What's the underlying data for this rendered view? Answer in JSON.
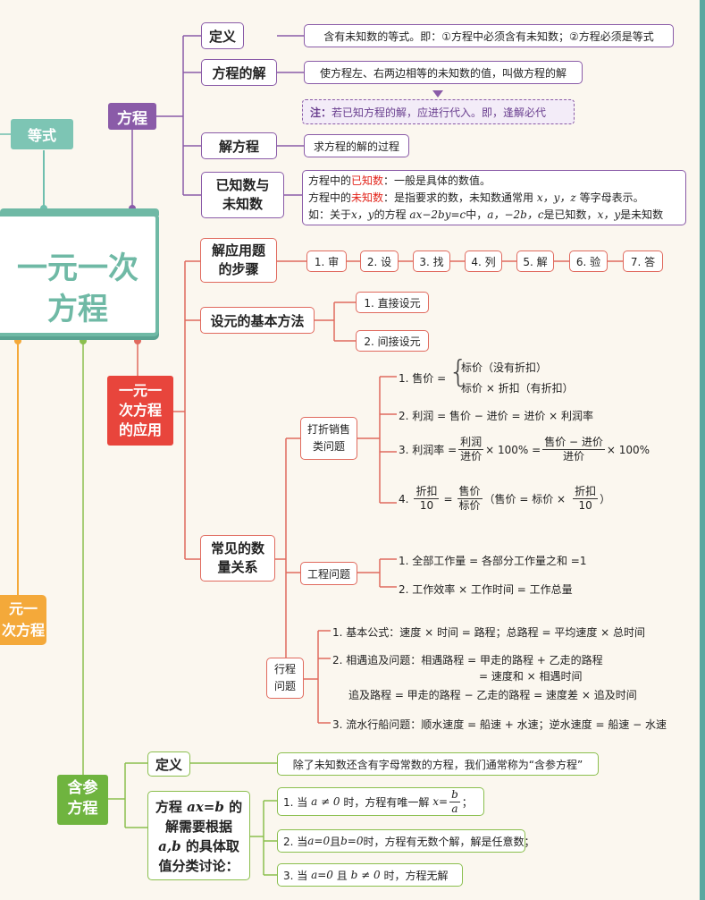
{
  "left": {
    "equation_label": "等式",
    "main_title_1": "一元一次",
    "main_title_2": "方程",
    "bottom_label_1": "元一",
    "bottom_label_2": "次方程"
  },
  "fc": {
    "label": "方程",
    "def_label": "定义",
    "def_text": "含有未知数的等式。即：①方程中必须含有未知数；②方程必须是等式",
    "sol_label": "方程的解",
    "sol_text": "使方程左、右两边相等的未知数的值，叫做方程的解",
    "note_prefix": "注：",
    "note_text": "若已知方程的解，应进行代入。即，逢解必代",
    "solve_label": "解方程",
    "solve_text": "求方程的解的过程",
    "known_label_1": "已知数与",
    "known_label_2": "未知数",
    "known_l1_a": "方程中的",
    "known_l1_hl": "已知数",
    "known_l1_b": "：一般是具体的数值。",
    "known_l2_a": "方程中的",
    "known_l2_hl": "未知数",
    "known_l2_b": "：是指要求的数，未知数通常用",
    "known_l2_c": "x，y，z",
    "known_l2_d": "等字母表示。",
    "known_l3_a": "如：关于",
    "known_l3_b": "x，y",
    "known_l3_c": "的方程",
    "known_l3_d": "ax−2by=c",
    "known_l3_e": "中，",
    "known_l3_f": "a，−2b，c",
    "known_l3_g": "是已知数，",
    "known_l3_h": "x，y",
    "known_l3_i": "是未知数"
  },
  "app": {
    "label_1": "一元一",
    "label_2": "次方程",
    "label_3": "的应用",
    "steps_label_1": "解应用题",
    "steps_label_2": "的步骤",
    "steps": [
      "1. 审",
      "2. 设",
      "3. 找",
      "4. 列",
      "5. 解",
      "6. 验",
      "7. 答"
    ],
    "var_label": "设元的基本方法",
    "var_direct": "1. 直接设元",
    "var_indirect": "2. 间接设元",
    "rel_label_1": "常见的数",
    "rel_label_2": "量关系",
    "discount_label_1": "打折销售",
    "discount_label_2": "类问题",
    "d1_prefix": "1. 售价 =",
    "d1_a": "标价（没有折扣）",
    "d1_b": "标价 × 折扣（有折扣）",
    "d2": "2. 利润 = 售价 − 进价 = 进价 × 利润率",
    "d3_prefix": "3. 利润率 =",
    "d3_num1": "利润",
    "d3_den1": "进价",
    "d3_mid": "× 100% =",
    "d3_num2": "售价 − 进价",
    "d3_den2": "进价",
    "d3_suffix": "× 100%",
    "d4_prefix": "4.",
    "d4_num1": "折扣",
    "d4_den1": "10",
    "d4_eq": "=",
    "d4_num2": "售价",
    "d4_den2": "标价",
    "d4_mid": "（售价 = 标价 ×",
    "d4_num3": "折扣",
    "d4_den3": "10",
    "d4_end": "）",
    "work_label": "工程问题",
    "w1": "1. 全部工作量 = 各部分工作量之和 =1",
    "w2": "2. 工作效率 × 工作时间 = 工作总量",
    "travel_label_1": "行程",
    "travel_label_2": "问题",
    "t1": "1. 基本公式：速度 × 时间 = 路程；总路程 = 平均速度 × 总时间",
    "t2a": "2. 相遇追及问题：相遇路程 = 甲走的路程 + 乙走的路程",
    "t2b": "= 速度和 × 相遇时间",
    "t2c": "追及路程 = 甲走的路程 − 乙走的路程 = 速度差 × 追及时间",
    "t3": "3. 流水行船问题：顺水速度 = 船速 + 水速；逆水速度 = 船速 − 水速"
  },
  "param": {
    "label_1": "含参",
    "label_2": "方程",
    "def_label": "定义",
    "def_text": "除了未知数还含有字母常数的方程，我们通常称为“含参方程”",
    "disc_1a": "方程",
    "disc_1b": "ax=b",
    "disc_1c": "的",
    "disc_2": "解需要根据",
    "disc_3a": "a,b",
    "disc_3b": "的具体取",
    "disc_4": "值分类讨论：",
    "c1_a": "1. 当",
    "c1_b": "a ≠ 0",
    "c1_c": "时，方程有唯一解",
    "c1_d": "x=",
    "c1_num": "b",
    "c1_den": "a",
    "c1_e": "；",
    "c2_a": "2. 当",
    "c2_b": "a=0",
    "c2_c": "且",
    "c2_d": "b=0",
    "c2_e": "时，方程有无数个解，解是任意数；",
    "c3_a": "3. 当",
    "c3_b": "a=0",
    "c3_c": "且",
    "c3_d": "b ≠ 0",
    "c3_e": "时，方程无解"
  },
  "colors": {
    "purple": "#8a5ba8",
    "red": "#e06a5e",
    "red_fill": "#e8453c",
    "green": "#8bbf4e",
    "green_fill": "#6fb43f",
    "teal": "#6fbfae",
    "orange": "#f4a93a",
    "highlight": "#e2231a"
  }
}
